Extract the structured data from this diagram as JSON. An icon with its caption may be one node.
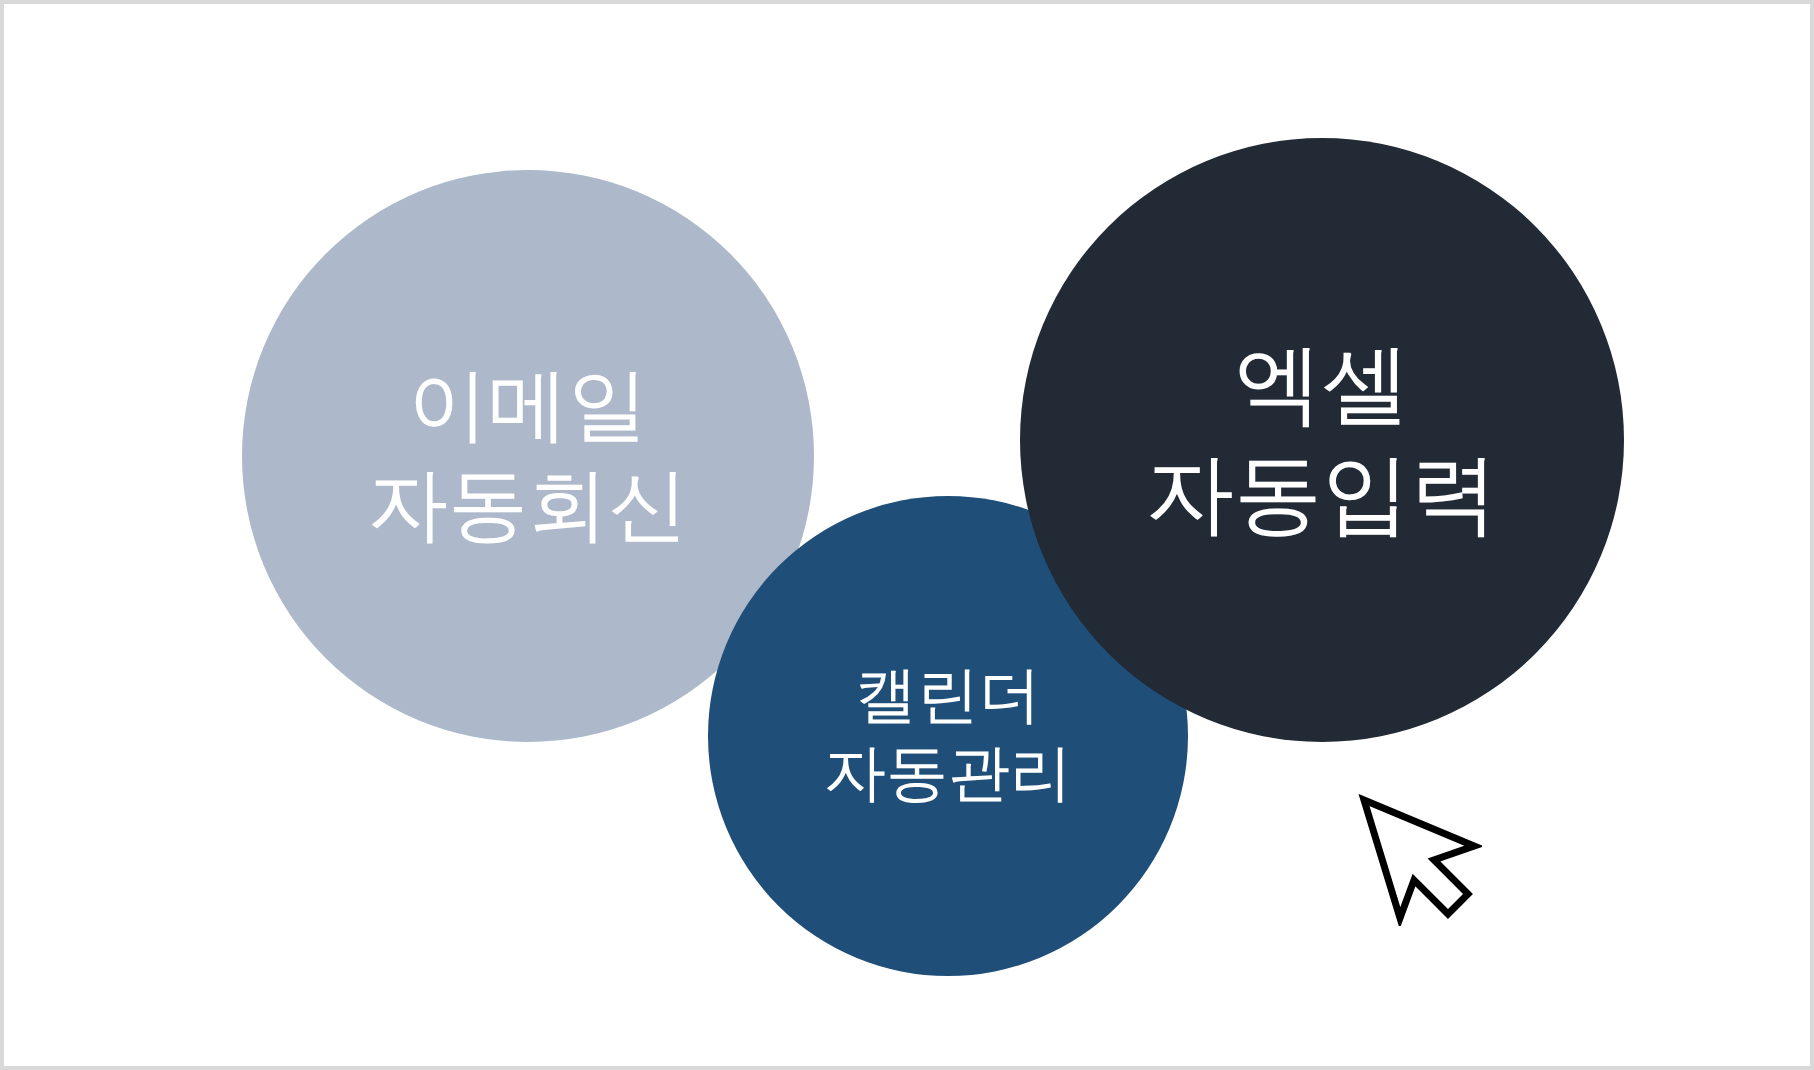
{
  "diagram": {
    "nodes": [
      {
        "text": [
          "이메일 자동회신"
        ]
      },
      {
        "text": [
          "캘린더 자동관리"
        ]
      },
      {
        "text": [
          "엑셀 자동입력"
        ]
      }
    ]
  }
}
